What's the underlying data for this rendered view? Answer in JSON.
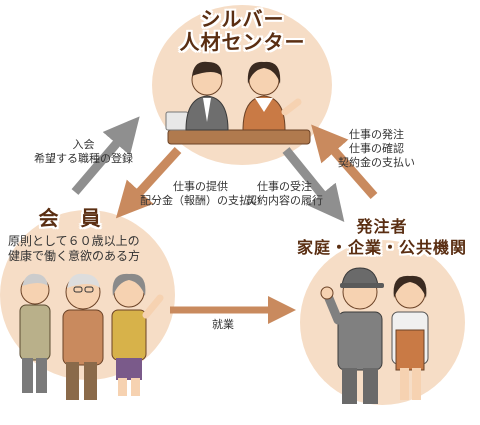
{
  "nodes": {
    "center": {
      "lines": [
        "シルバー",
        "人材センター"
      ]
    },
    "members": {
      "label": "会　員",
      "desc": [
        "原則として６０歳以上の",
        "健康で働く意欲のある方"
      ]
    },
    "client": {
      "lines": [
        "発注者",
        "家庭・企業・公共機関"
      ]
    }
  },
  "arrows": {
    "member_to_center": [
      "入会",
      "希望する職種の登録"
    ],
    "center_to_member": [
      "仕事の提供",
      "配分金（報酬）の支払い"
    ],
    "center_to_client": [
      "仕事の受注",
      "契約内容の履行"
    ],
    "client_to_center": [
      "仕事の発注",
      "仕事の確認",
      "契約金の支払い"
    ],
    "member_to_client": [
      "就業"
    ]
  },
  "colors": {
    "circle": "#f6ddc6",
    "arrow_brown": "#c98a5e",
    "arrow_gray": "#8f8f8f",
    "title": "#5a2e12"
  }
}
